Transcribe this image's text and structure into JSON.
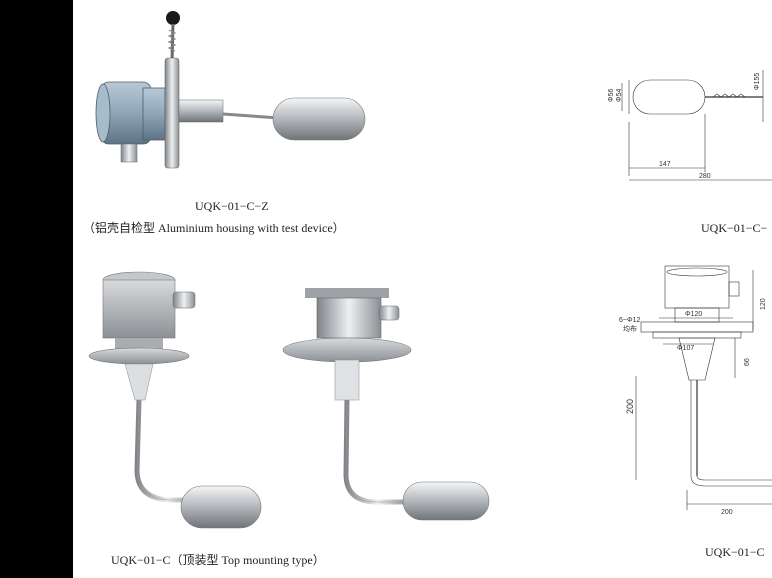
{
  "captions": {
    "top_left_model": "UQK−01−C−Z",
    "top_left_desc": "（铝壳自检型 Aluminium housing with test device）",
    "top_right_model": "UQK−01−C−",
    "bottom_left": "UQK−01−C（顶装型 Top mounting type）",
    "bottom_right_model": "UQK−01−C"
  },
  "drawing_top": {
    "dia1": "Φ56",
    "dia2": "Φ54",
    "dia3": "Φ155",
    "len1": "147",
    "len2": "280"
  },
  "drawing_bottom": {
    "holes": "6−Φ12",
    "holes_sub": "均布",
    "d120": "Φ120",
    "d107": "Φ107",
    "h120": "120",
    "h66": "66",
    "h200": "200",
    "w200": "200"
  },
  "colors": {
    "frame": "#000000",
    "housing_blue": "#8fa6b8",
    "steel": "#c9ccd0",
    "line": "#333333"
  }
}
